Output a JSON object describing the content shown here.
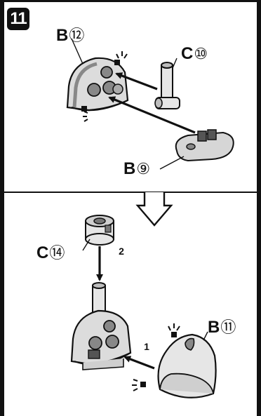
{
  "step": {
    "number": "11"
  },
  "parts": {
    "b12": {
      "letter": "B",
      "number": "⑫"
    },
    "c10": {
      "letter": "C",
      "number": "⑩"
    },
    "b9": {
      "letter": "B",
      "number": "⑨"
    },
    "c14": {
      "letter": "C",
      "number": "⑭"
    },
    "b11": {
      "letter": "B",
      "number": "⑪"
    }
  },
  "order_marks": {
    "first": "1",
    "second": "2"
  },
  "colors": {
    "part_fill": "#e6e6e6",
    "part_shade": "#9a9a9a",
    "outline": "#111111"
  }
}
